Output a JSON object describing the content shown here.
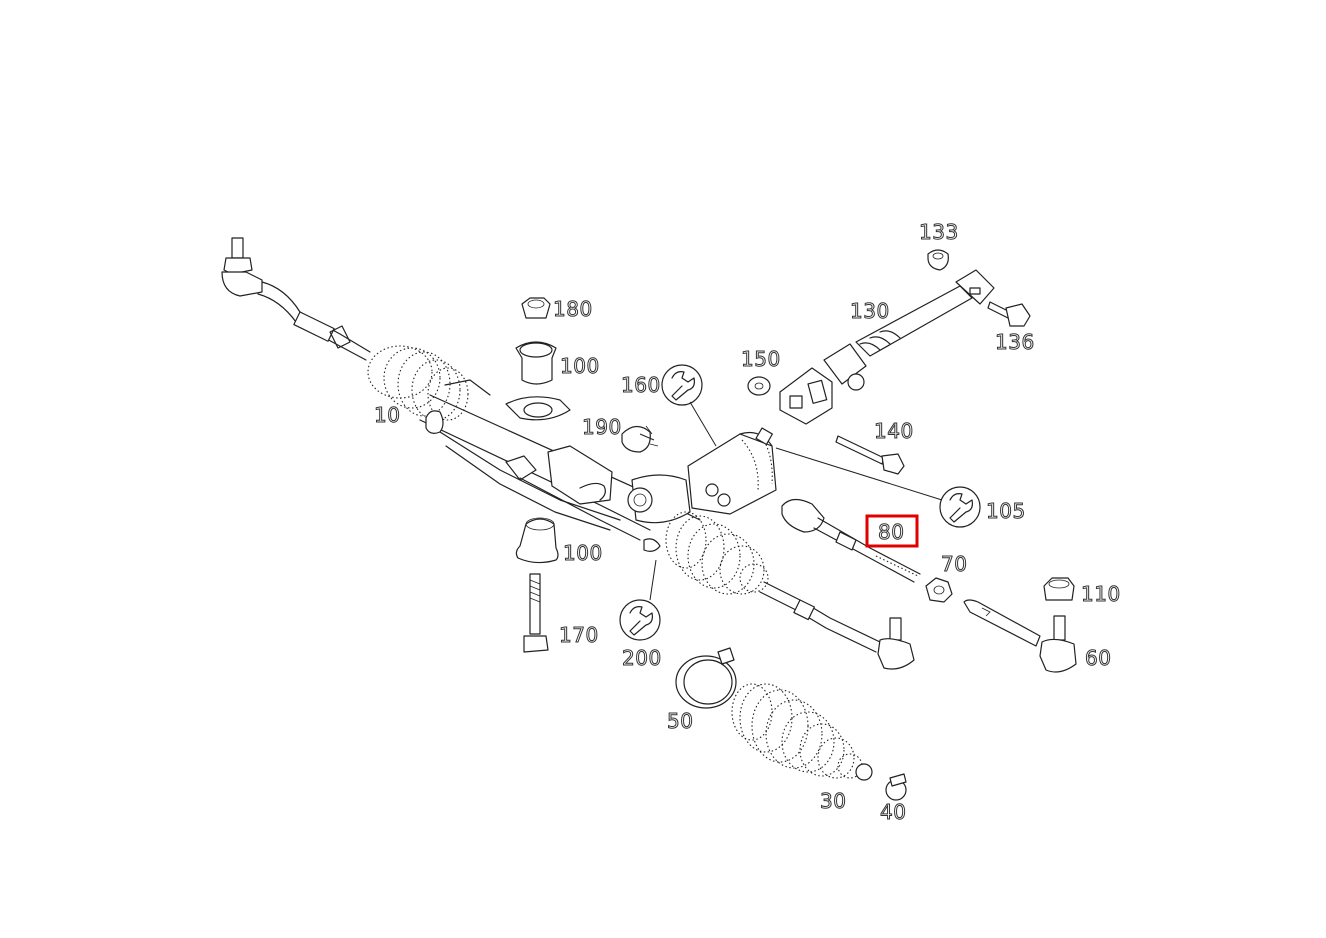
{
  "diagram": {
    "highlight_color": "#e00000",
    "labels": {
      "p10": "10",
      "p30": "30",
      "p40": "40",
      "p50": "50",
      "p60": "60",
      "p70": "70",
      "p80": "80",
      "p100a": "100",
      "p100b": "100",
      "p105": "105",
      "p110": "110",
      "p130": "130",
      "p133": "133",
      "p136": "136",
      "p140": "140",
      "p150": "150",
      "p160": "160",
      "p170": "170",
      "p180": "180",
      "p190": "190",
      "p200": "200"
    },
    "highlighted_part": "80",
    "icons": [
      "wrench-icon-160",
      "wrench-icon-105",
      "wrench-icon-200"
    ]
  }
}
